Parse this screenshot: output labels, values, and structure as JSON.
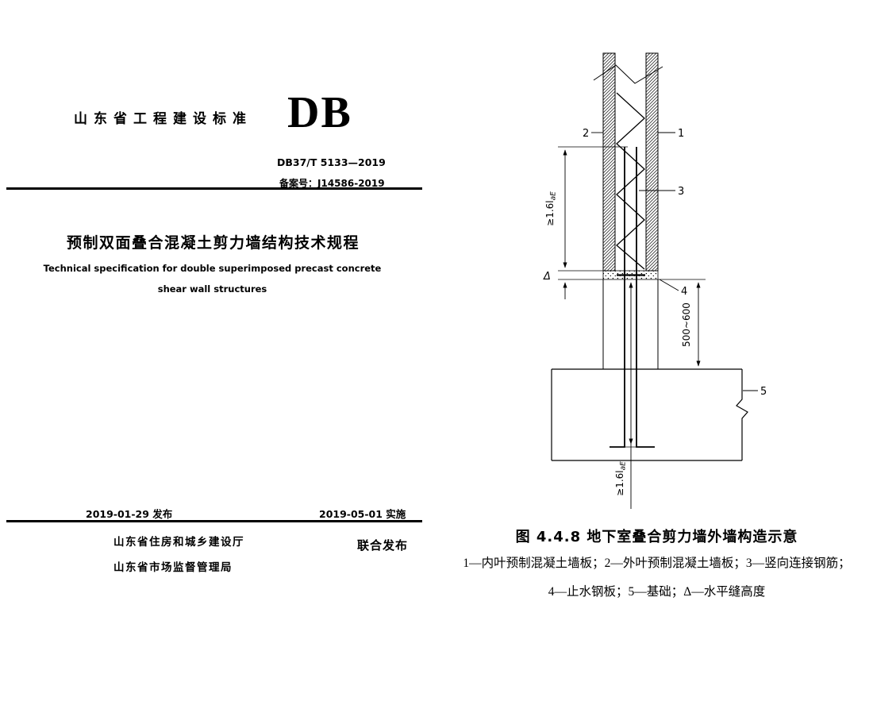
{
  "cover": {
    "standard_label": "山东省工程建设标准",
    "db_logo": "DB",
    "standard_number": "DB37/T 5133—2019",
    "record_number": "备案号：J14586-2019",
    "title_cn": "预制双面叠合混凝土剪力墙结构技术规程",
    "title_en_line1": "Technical specification for double superimposed precast concrete",
    "title_en_line2": "shear wall structures",
    "issue_date": "2019-01-29 发布",
    "implement_date": "2019-05-01 实施",
    "issuer_line1": "山东省住房和城乡建设厅",
    "issuer_line2": "山东省市场监督管理局",
    "joint_issue_label": "联合发布"
  },
  "figure": {
    "caption": "图 4.4.8 地下室叠合剪力墙外墙构造示意",
    "legend_line1": "1—内叶预制混凝土墙板；2—外叶预制混凝土墙板；3—竖向连接钢筋；",
    "legend_line2": "4—止水钢板；5—基础；Δ—水平缝高度",
    "callouts": {
      "c1": "1",
      "c2": "2",
      "c3": "3",
      "c4": "4",
      "c5": "5"
    },
    "dims": {
      "anchor_top": "≥1.6l",
      "anchor_top_sub": "aE",
      "gap": "Δ",
      "cast_height": "500~600",
      "anchor_bottom": "≥1.6l",
      "anchor_bottom_sub": "aE"
    },
    "ink_color": "#000000"
  }
}
